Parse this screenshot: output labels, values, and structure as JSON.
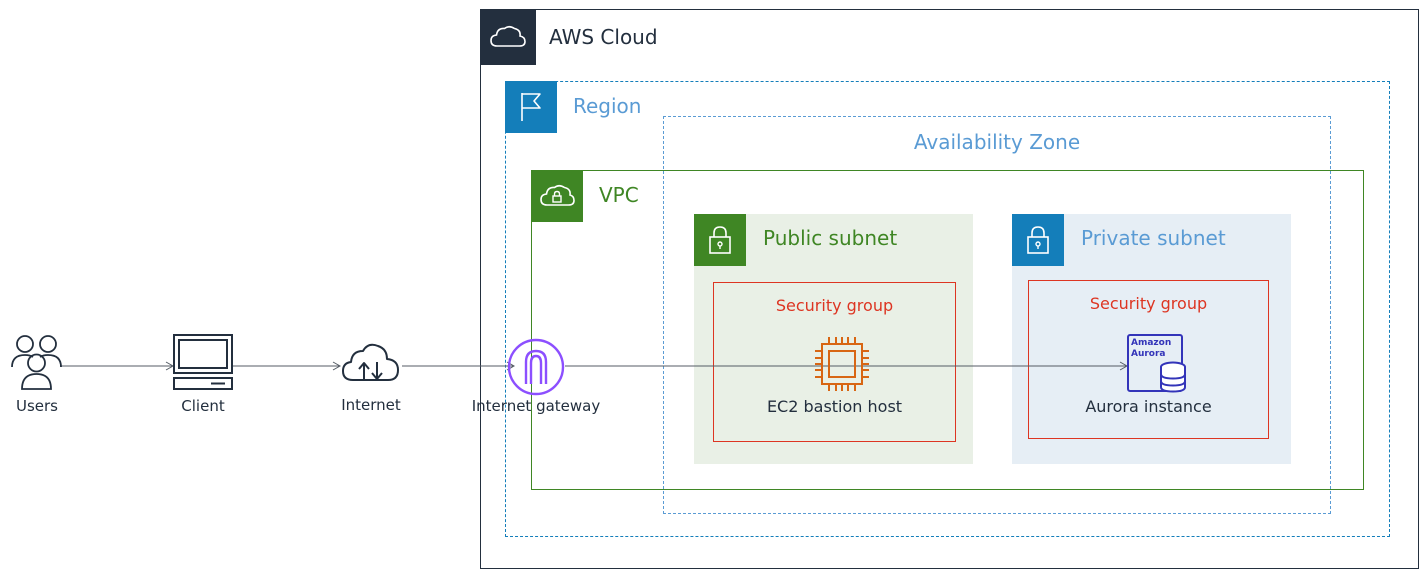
{
  "colors": {
    "cloud_border": "#232f3e",
    "region": "#147eba",
    "availability_zone": "#5a9bd4",
    "vpc": "#3f8624",
    "public_subnet_fill": "#e9f0e6",
    "private_subnet_fill": "#e6eef5",
    "security_group": "#dd3522",
    "ec2": "#d86613",
    "aurora": "#3334b9",
    "gateway": "#8c4fff",
    "line": "#545b64"
  },
  "cloud": {
    "label": "AWS Cloud",
    "icon": "cloud-icon"
  },
  "region": {
    "label": "Region",
    "icon": "flag-icon"
  },
  "availability_zone": {
    "label": "Availability Zone"
  },
  "vpc": {
    "label": "VPC",
    "icon": "vpc-cloud-lock-icon"
  },
  "public_subnet": {
    "label": "Public subnet",
    "icon": "lock-icon"
  },
  "private_subnet": {
    "label": "Private subnet",
    "icon": "lock-icon"
  },
  "security_groups": [
    {
      "label": "Security group"
    },
    {
      "label": "Security group"
    }
  ],
  "nodes": {
    "users": {
      "label": "Users",
      "icon": "users-icon"
    },
    "client": {
      "label": "Client",
      "icon": "client-computer-icon"
    },
    "internet": {
      "label": "Internet",
      "icon": "internet-cloud-icon"
    },
    "gateway": {
      "label": "Internet gateway",
      "icon": "internet-gateway-icon"
    },
    "ec2": {
      "label": "EC2 bastion host",
      "icon": "ec2-chip-icon"
    },
    "aurora": {
      "label": "Aurora instance",
      "icon": "aurora-database-icon",
      "badge_line1": "Amazon",
      "badge_line2": "Aurora"
    }
  }
}
